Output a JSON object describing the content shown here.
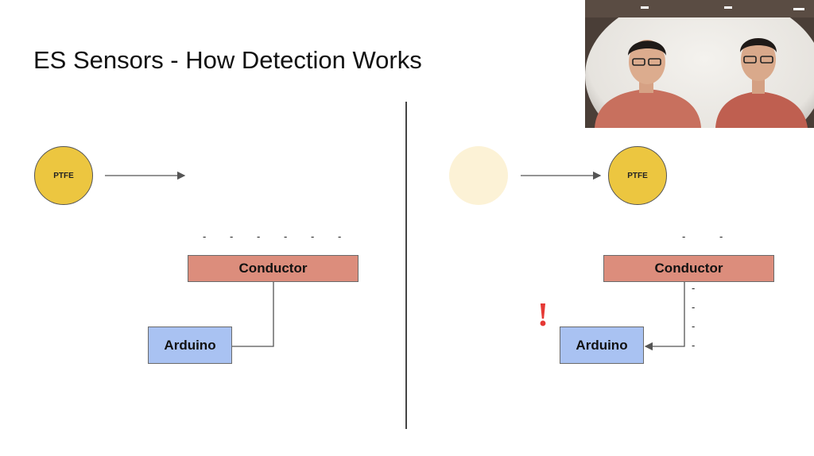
{
  "slide": {
    "title": "ES Sensors - How Detection Works"
  },
  "left_panel": {
    "ball_label": "PTFE",
    "conductor_label": "Conductor",
    "arduino_label": "Arduino",
    "charges": [
      "-",
      "-",
      "-",
      "-",
      "-",
      "-"
    ]
  },
  "right_panel": {
    "ball_label": "PTFE",
    "conductor_label": "Conductor",
    "arduino_label": "Arduino",
    "top_charges": [
      "-",
      "-"
    ],
    "side_charges": [
      "-",
      "-",
      "-",
      "-"
    ],
    "alert_mark": "!"
  },
  "colors": {
    "ptfe_ball": "#ecc640",
    "ghost_ball": "#fcf2d6",
    "conductor": "#dc8d7c",
    "arduino": "#a9c2f2",
    "alert": "#e53935"
  },
  "video_overlay": {
    "participants": 2
  }
}
